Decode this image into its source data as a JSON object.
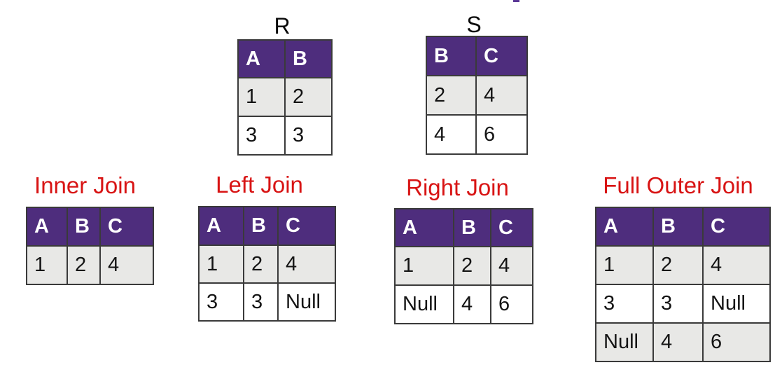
{
  "colors": {
    "header_bg": "#4e2d7d",
    "header_text": "#ffffff",
    "row_shaded": "#e8e8e6",
    "row_plain": "#ffffff",
    "border": "#3a3a3a",
    "join_title_red": "#d81414",
    "source_title_black": "#0a0a0a",
    "cropped_fragment_purple": "#5a3796"
  },
  "source_tables": [
    {
      "title": "R",
      "columns": [
        "A",
        "B"
      ],
      "rows": [
        [
          "1",
          "2"
        ],
        [
          "3",
          "3"
        ]
      ]
    },
    {
      "title": "S",
      "columns": [
        "B",
        "C"
      ],
      "rows": [
        [
          "2",
          "4"
        ],
        [
          "4",
          "6"
        ]
      ]
    }
  ],
  "join_tables": [
    {
      "title": "Inner Join",
      "columns": [
        "A",
        "B",
        "C"
      ],
      "rows": [
        [
          "1",
          "2",
          "4"
        ]
      ]
    },
    {
      "title": "Left Join",
      "columns": [
        "A",
        "B",
        "C"
      ],
      "rows": [
        [
          "1",
          "2",
          "4"
        ],
        [
          "3",
          "3",
          "Null"
        ]
      ]
    },
    {
      "title": "Right Join",
      "columns": [
        "A",
        "B",
        "C"
      ],
      "rows": [
        [
          "1",
          "2",
          "4"
        ],
        [
          "Null",
          "4",
          "6"
        ]
      ]
    },
    {
      "title": "Full Outer Join",
      "columns": [
        "A",
        "B",
        "C"
      ],
      "rows": [
        [
          "1",
          "2",
          "4"
        ],
        [
          "3",
          "3",
          "Null"
        ],
        [
          "Null",
          "4",
          "6"
        ]
      ]
    }
  ]
}
